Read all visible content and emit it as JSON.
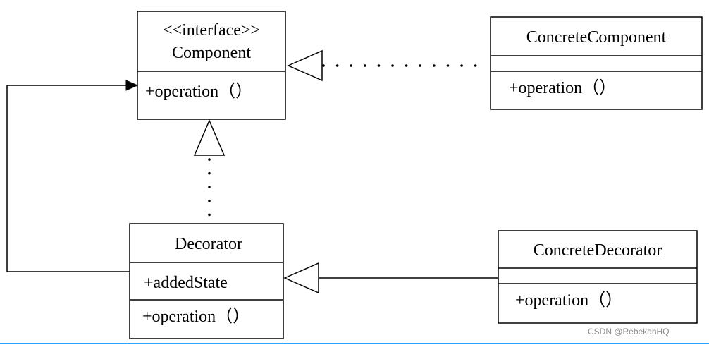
{
  "classes": {
    "component": {
      "stereotype": "<<interface>>",
      "name": "Component",
      "method": "+operation（）"
    },
    "concrete_component": {
      "name": "ConcreteComponent",
      "method": "+operation（）"
    },
    "decorator": {
      "name": "Decorator",
      "attribute": "+addedState",
      "method": "+operation（）"
    },
    "concrete_decorator": {
      "name": "ConcreteDecorator",
      "method": "+operation（）"
    }
  },
  "watermark": "CSDN @RebekahHQ",
  "colors": {
    "line": "#000000",
    "accent_bar": "#29a3ff"
  }
}
